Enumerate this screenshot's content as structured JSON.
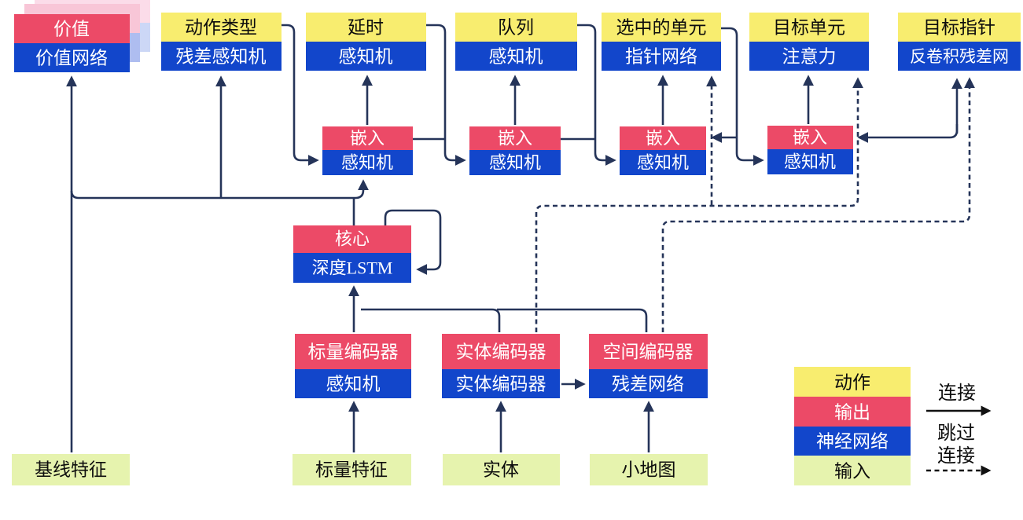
{
  "colors": {
    "yellow": "#f8ed6f",
    "red": "#ec4a67",
    "blue": "#1246cb",
    "green": "#e6f3ae",
    "line": "#253459",
    "legend_line": "#111111",
    "shadow_pink": "#f8c6d7",
    "shadow_pink_light": "#fbdce9",
    "shadow_blue": "#aebdf0",
    "shadow_blue_light": "#ccd7f6",
    "text_dark": "#0d0d0d",
    "text_light": "#ffffff"
  },
  "nodes": {
    "value": {
      "top": "价值",
      "bottom": "价值网络"
    },
    "action_type": {
      "top": "动作类型",
      "bottom": "残差感知机"
    },
    "delay": {
      "top": "延时",
      "bottom": "感知机"
    },
    "queue": {
      "top": "队列",
      "bottom": "感知机"
    },
    "selected_units": {
      "top": "选中的单元",
      "bottom": "指针网络"
    },
    "target_unit": {
      "top": "目标单元",
      "bottom": "注意力"
    },
    "target_point": {
      "top": "目标指针",
      "bottom": "反卷积残差网"
    },
    "core": {
      "top": "核心",
      "bottom": "深度LSTM"
    },
    "scalar_encoder": {
      "top": "标量编码器",
      "bottom": "感知机"
    },
    "entity_encoder": {
      "top": "实体编码器",
      "bottom": "实体编码器"
    },
    "spatial_encoder": {
      "top": "空间编码器",
      "bottom": "残差网络"
    }
  },
  "embeds": [
    {
      "top": "嵌入",
      "bottom": "感知机"
    },
    {
      "top": "嵌入",
      "bottom": "感知机"
    },
    {
      "top": "嵌入",
      "bottom": "感知机"
    },
    {
      "top": "嵌入",
      "bottom": "感知机"
    }
  ],
  "inputs": {
    "baseline": "基线特征",
    "scalar": "标量特征",
    "entity": "实体",
    "minimap": "小地图"
  },
  "legend": {
    "action": "动作",
    "output": "输出",
    "network": "神经网络",
    "input": "输入",
    "connection": "连接",
    "skip_line1": "跳过",
    "skip_line2": "连接"
  }
}
